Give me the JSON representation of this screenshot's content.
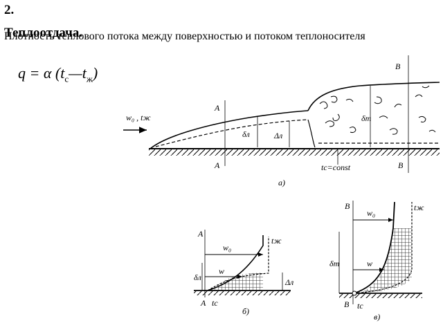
{
  "heading": {
    "number": "2.",
    "title": "Теплоотдача.",
    "text": "Плотность теплового потока между поверхностью и потоком теплоносителя"
  },
  "formula": {
    "lhs": "q",
    "eq": "=",
    "coef": "α",
    "open": "(",
    "t": "t",
    "sub_wall": "с",
    "minus": "—",
    "t2": "t",
    "sub_fluid": "ж",
    "close": ")"
  },
  "diagram_a": {
    "flow_label": "w₀ , tж",
    "sec_a_top": "A",
    "sec_a_bottom": "A",
    "sec_b_top": "B",
    "sec_b_bottom": "B",
    "delta_laminar": "δл",
    "delta_laminar_sub": "Δл",
    "delta_turbulent": "δт",
    "wall_label": "tс=const",
    "caption": "а)"
  },
  "diagram_b": {
    "sec_top": "A",
    "sec_bottom": "A",
    "w0": "w₀",
    "w": "w",
    "t_fluid": "tж",
    "t_wall": "tс",
    "delta_laminar": "δл",
    "delta_sub": "Δл",
    "caption": "б)"
  },
  "diagram_c": {
    "sec_top": "B",
    "sec_bottom": "B",
    "w0": "w₀",
    "w": "w",
    "t_fluid": "tж",
    "t_wall": "tс",
    "delta_turbulent": "δт",
    "caption": "в)"
  }
}
